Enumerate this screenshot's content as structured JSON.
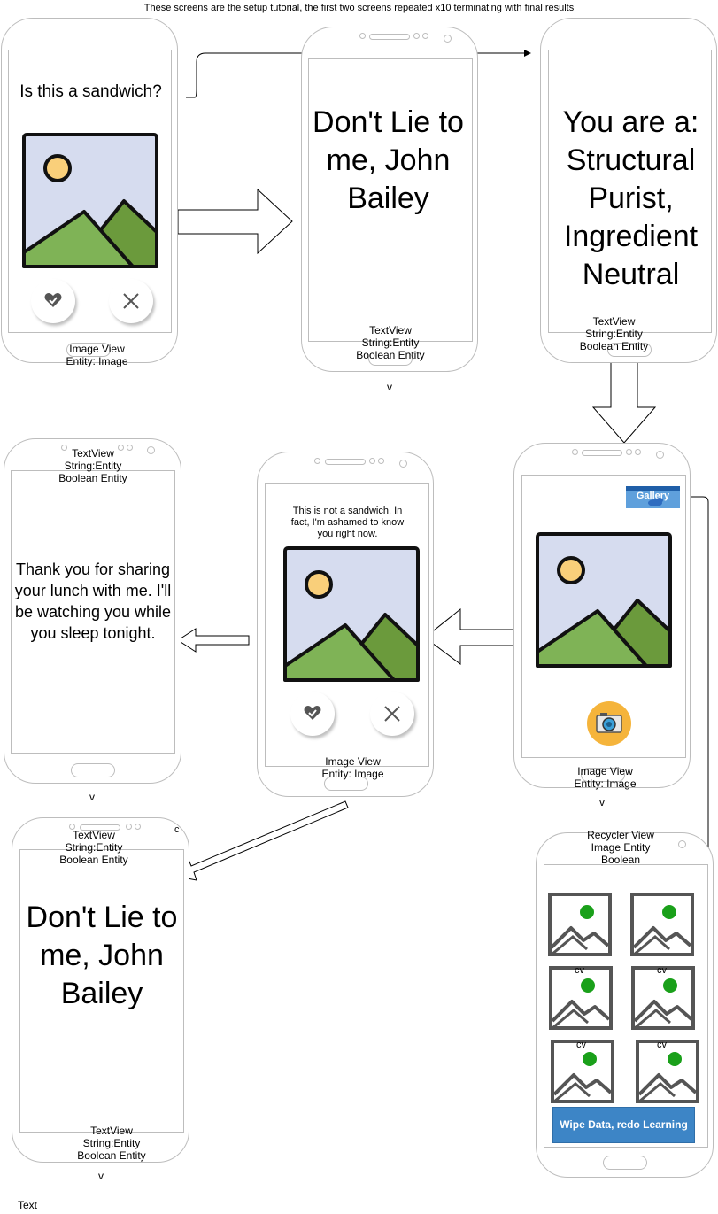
{
  "header": {
    "note": "These screens are the setup tutorial, the first two screens repeated x10 terminating with final results"
  },
  "screen1": {
    "question": "Is this a sandwich?",
    "caption": [
      "Image View",
      "Entity: Image"
    ]
  },
  "screen2": {
    "message": "Don't Lie to me, John Bailey",
    "caption": [
      "TextView",
      "String:Entity",
      "Boolean Entity"
    ],
    "below": "v"
  },
  "screen3": {
    "result": "You are a: Structural Purist, Ingredient Neutral",
    "caption": [
      "TextView",
      "String:Entity",
      "Boolean Entity"
    ]
  },
  "screen4": {
    "gallery_label": "Gallery",
    "caption": [
      "Image View",
      "Entity: Image"
    ],
    "below": "v"
  },
  "screen5": {
    "message": "This is not a sandwich. In fact, I'm ashamed to know you right now.",
    "caption": [
      "Image View",
      "Entity: Image"
    ]
  },
  "screen6": {
    "caption": [
      "TextView",
      "String:Entity",
      "Boolean Entity"
    ],
    "message": "Thank you for sharing your lunch with me. I'll be watching you while you sleep tonight.",
    "below": "v"
  },
  "screen7": {
    "caption_top": [
      "TextView",
      "String:Entity",
      "Boolean Entity"
    ],
    "stray": "c",
    "message": "Don't Lie to me, John Bailey",
    "caption_bottom": [
      "TextView",
      "String:Entity",
      "Boolean Entity"
    ],
    "below": "v"
  },
  "screen8": {
    "caption": [
      "Recycler View",
      "Image Entity",
      "Boolean"
    ],
    "cell_labels": [
      "cv",
      "cv",
      "cv",
      "cv"
    ],
    "wipe_button": "Wipe Data, redo Learning"
  },
  "footer": {
    "text": "Text"
  },
  "colors": {
    "sky": "#d6dcef",
    "hill_light": "#7fb356",
    "hill_dark": "#6b9a3c",
    "sun": "#f9cf7a",
    "wipe": "#3d85c6",
    "green_dot": "#1aa01a",
    "camera": "#f5b43b"
  }
}
